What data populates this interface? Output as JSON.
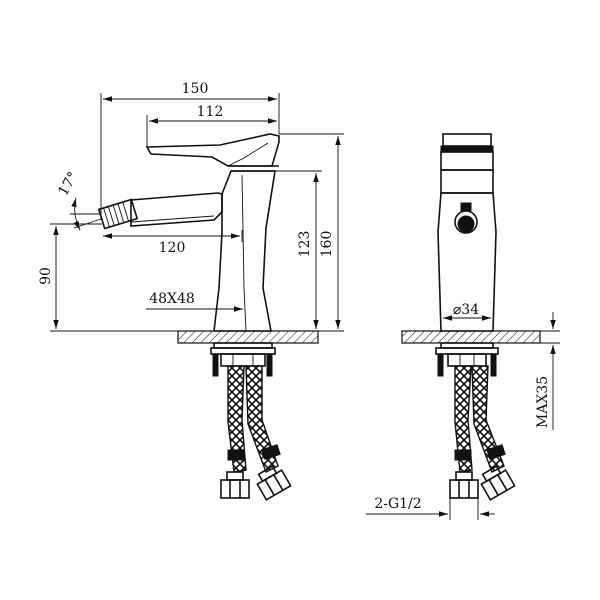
{
  "dimensions": {
    "overall_width": "150",
    "handle_length": "112",
    "spout_reach": "120",
    "spout_height": "90",
    "body_height": "123",
    "total_height": "160",
    "base_size": "48X48",
    "spout_angle": "17°",
    "body_diameter": "⌀34",
    "max_deck_thickness": "MAX35",
    "connection_thread": "2-G1/2"
  },
  "colors": {
    "ink": "#111111",
    "paper": "#ffffff"
  }
}
